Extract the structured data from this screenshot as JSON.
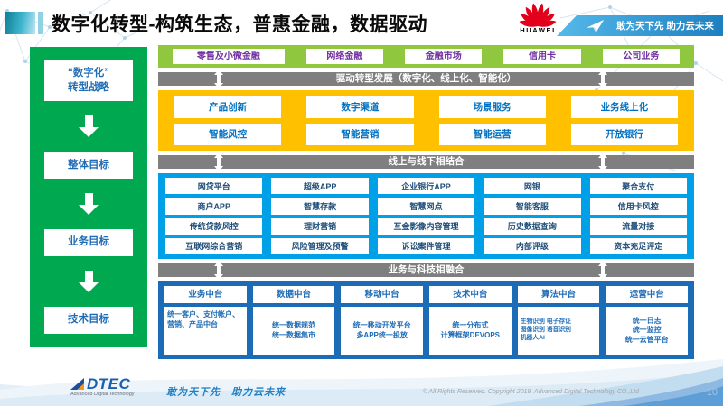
{
  "header": {
    "title": "数字化转型-构筑生态，普惠金融，数据驱动",
    "huawei_logo_text": "HUAWEI",
    "banner_slogan": "敢为天下先 助力云未来"
  },
  "sidebar": {
    "items": [
      {
        "label": "“数字化”\n转型战略"
      },
      {
        "label": "整体目标"
      },
      {
        "label": "业务目标"
      },
      {
        "label": "技术目标"
      }
    ]
  },
  "main": {
    "business_lines": [
      "零售及小微金融",
      "网络金融",
      "金融市场",
      "信用卡",
      "公司业务"
    ],
    "bar1": "驱动转型发展（数字化、线上化、智能化）",
    "transform_rows": [
      [
        "产品创新",
        "数字渠道",
        "场景服务",
        "业务线上化"
      ],
      [
        "智能风控",
        "智能营销",
        "智能运营",
        "开放银行"
      ]
    ],
    "bar2": "线上与线下相结合",
    "platform_rows": [
      [
        "网贷平台",
        "超级APP",
        "企业银行APP",
        "网银",
        "聚合支付"
      ],
      [
        "商户APP",
        "智慧存款",
        "智慧网点",
        "智能客服",
        "信用卡风控"
      ],
      [
        "传统贷款风控",
        "理财营销",
        "互金影像内容管理",
        "历史数据查询",
        "流量对接"
      ],
      [
        "互联网综合营销",
        "风险管理及预警",
        "诉讼案件管理",
        "内部评级",
        "资本充足评定"
      ]
    ],
    "bar3": "业务与科技相融合",
    "middle_platforms": [
      {
        "title": "业务中台",
        "detail": "统一客户、支付帐户、营销、产品中台"
      },
      {
        "title": "数据中台",
        "detail": "统一数据规范\n统一数据集市"
      },
      {
        "title": "移动中台",
        "detail": "统一移动开发平台\n多APP统一投放"
      },
      {
        "title": "技术中台",
        "detail": "统一分布式\n计算框架DEVOPS"
      },
      {
        "title": "算法中台",
        "detail": "生物识别 电子存证\n图像识别 语音识别\n机器人AI"
      },
      {
        "title": "运营中台",
        "detail": "统一日志\n统一监控\n统一云管平台"
      }
    ]
  },
  "footer": {
    "logo_text": "DTEC",
    "logo_subtext": "Advanced Digital Technology",
    "slogan": "敢为天下先　助力云未来",
    "copyright": "© All Rights Reserved. Copyright 2019. Advanced Digital Technology CO.,Ltd",
    "page_number": "10"
  },
  "colors": {
    "sidebar_green": "#00a84f",
    "band_green": "#8fc83e",
    "band_yellow": "#ffc000",
    "band_blue": "#00a0e9",
    "band_dark_blue": "#1c6bb7",
    "connector_gray": "#7f7f7f",
    "box_text_purple": "#7030a0",
    "box_text_blue": "#0070c0",
    "huawei_red": "#e2001a",
    "banner_blue": "#1e7fc0"
  }
}
